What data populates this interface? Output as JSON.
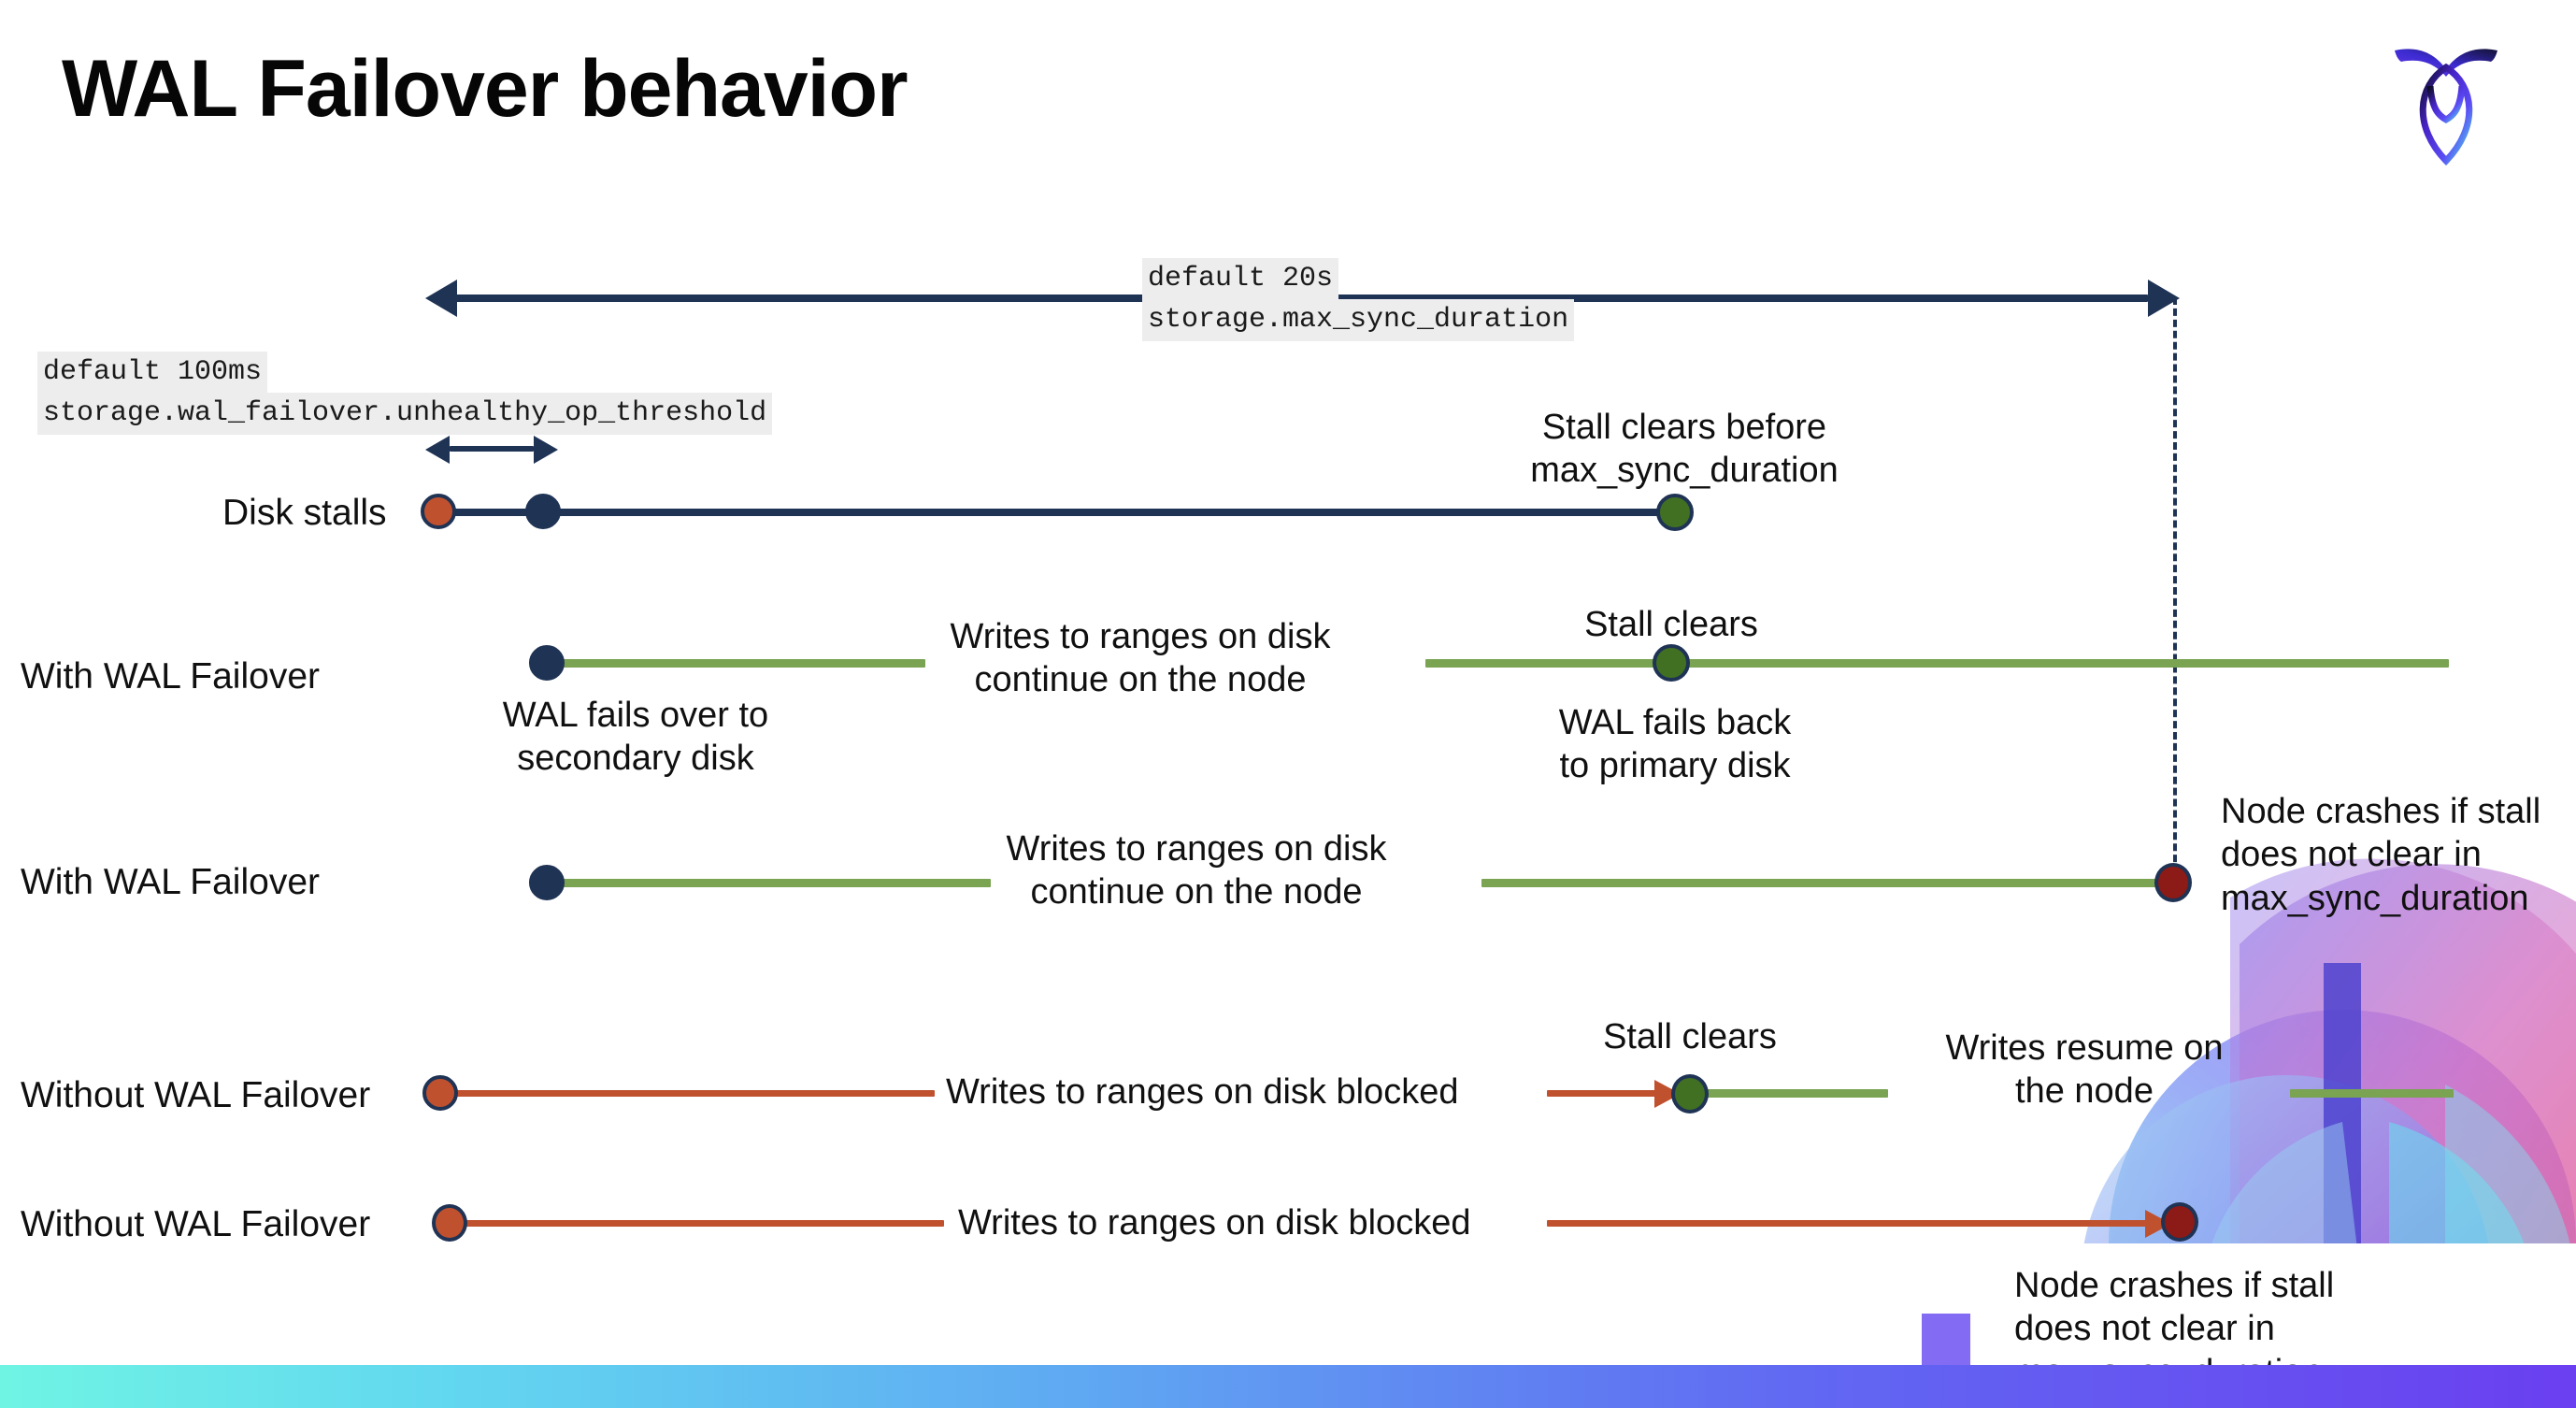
{
  "page": {
    "title": "WAL Failover behavior",
    "logo_name": "cockroachdb-logo"
  },
  "annotations": {
    "max_sync_default": "default 20s",
    "max_sync_setting": "storage.max_sync_duration",
    "unhealthy_default": "default 100ms",
    "unhealthy_setting": "storage.wal_failover.unhealthy_op_threshold"
  },
  "rows": {
    "disk_stalls": {
      "label": "Disk stalls",
      "note_stall_clears_before": "Stall clears before\nmax_sync_duration"
    },
    "with_failover_1": {
      "label": "With WAL Failover",
      "note_failover": "WAL fails over to\nsecondary disk",
      "note_writes": "Writes to ranges on disk\ncontinue on the node",
      "note_stall_clears": "Stall clears",
      "note_fails_back": "WAL fails  back\nto primary disk"
    },
    "with_failover_2": {
      "label": "With WAL Failover",
      "note_writes": "Writes to ranges on disk\ncontinue on the node",
      "note_crash": "Node crashes if stall\ndoes not clear in\nmax_sync_duration"
    },
    "without_failover_1": {
      "label": "Without WAL Failover",
      "note_blocked": "Writes to ranges on disk  blocked",
      "note_stall_clears": "Stall clears",
      "note_resume": "Writes resume on\nthe node"
    },
    "without_failover_2": {
      "label": "Without WAL Failover",
      "note_blocked": "Writes to ranges on disk  blocked",
      "note_crash": "Node crashes if stall\ndoes not clear in\nmax_sync_duration"
    }
  },
  "colors": {
    "navy": "#1F3355",
    "orange": "#C0512F",
    "green_line": "#7AA352",
    "green_dot": "#417023",
    "dark_red": "#8C1A16",
    "code_chip_bg": "#EDEDED",
    "bar_gradient_start": "#6FF4E4",
    "bar_gradient_end": "#6A3FF0"
  }
}
